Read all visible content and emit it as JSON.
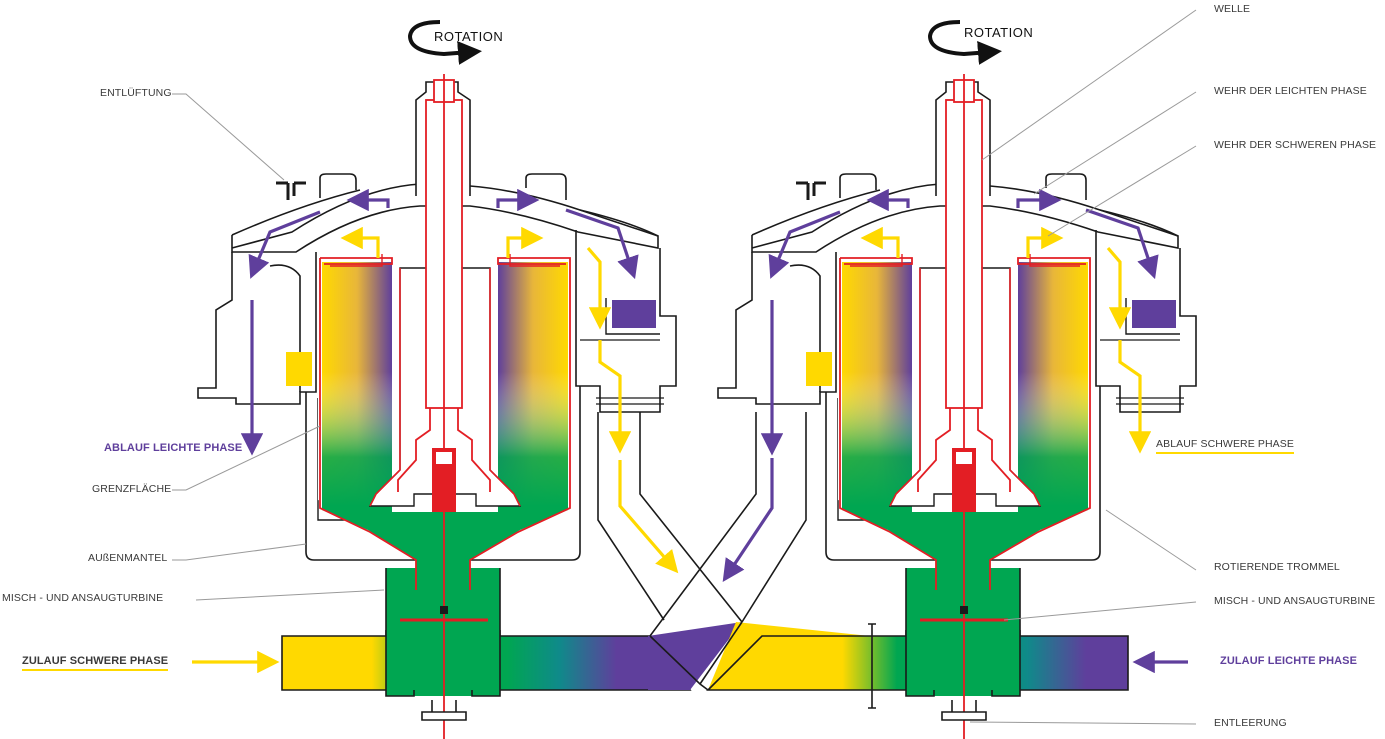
{
  "labels": {
    "rotation_left": "ROTATION",
    "rotation_right": "ROTATION",
    "welle": "WELLE",
    "wehr_leichte": "WEHR DER LEICHTEN PHASE",
    "wehr_schwere": "WEHR DER SCHWEREN PHASE",
    "entlueftung": "ENTLÜFTUNG",
    "ablauf_leichte": "ABLAUF LEICHTE PHASE",
    "ablauf_schwere": "ABLAUF SCHWERE PHASE",
    "grenzflaeche": "GRENZFLÄCHE",
    "aussenmantel": "AUßENMANTEL",
    "misch_left": "MISCH - UND ANSAUGTURBINE",
    "misch_right": "MISCH - UND ANSAUGTURBINE",
    "rotierende_trommel": "ROTIERENDE TROMMEL",
    "zulauf_schwere": "ZULAUF SCHWERE PHASE",
    "zulauf_leichte": "ZULAUF LEICHTE PHASE",
    "entleerung": "ENTLEERUNG"
  },
  "colors": {
    "heavy_phase": "#ffd900",
    "light_phase": "#5f3f9c",
    "mixed_phase": "#00a651",
    "rotor": "#e31e24",
    "leader": "#9a9a9a",
    "outline": "#1a1a1a"
  }
}
